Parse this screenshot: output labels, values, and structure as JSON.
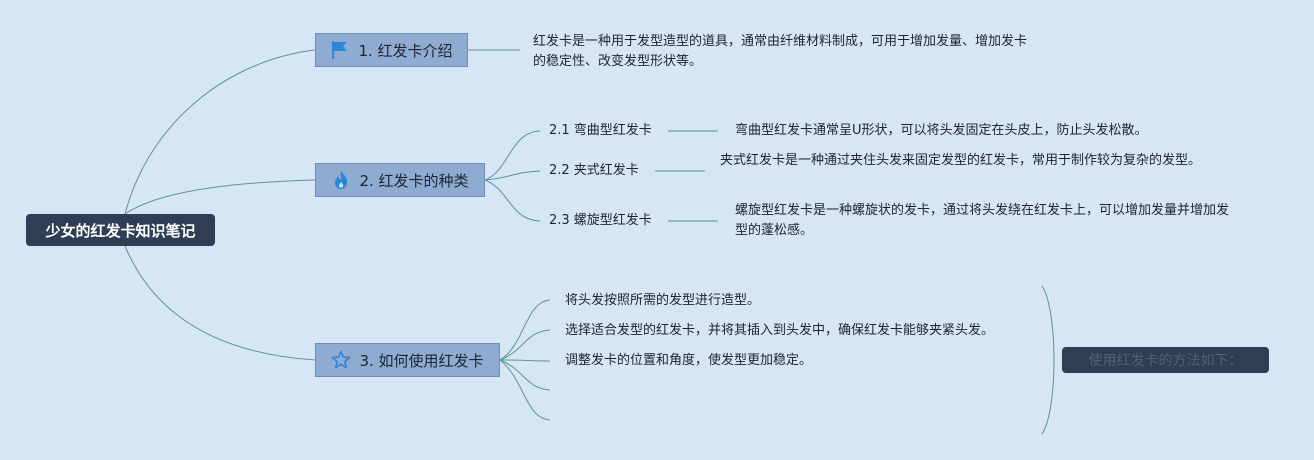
{
  "root": {
    "title": "少女的红发卡知识笔记"
  },
  "branches": [
    {
      "label": "1. 红发卡介绍",
      "icon": "flag-icon",
      "text": "红发卡是一种用于发型造型的道具，通常由纤维材料制成，可用于增加发量、增加发卡的稳定性、改变发型形状等。"
    },
    {
      "label": "2. 红发卡的种类",
      "icon": "flame-icon",
      "children": [
        {
          "label": "2.1 弯曲型红发卡",
          "text": "弯曲型红发卡通常呈U形状，可以将头发固定在头皮上，防止头发松散。"
        },
        {
          "label": "2.2 夹式红发卡",
          "text": "夹式红发卡是一种通过夹住头发来固定发型的红发卡，常用于制作较为复杂的发型。"
        },
        {
          "label": "2.3 螺旋型红发卡",
          "text": "螺旋型红发卡是一种螺旋状的发卡，通过将头发绕在红发卡上，可以增加发量并增加发型的蓬松感。"
        }
      ]
    },
    {
      "label": "3. 如何使用红发卡",
      "icon": "star-icon",
      "steps": [
        "将头发按照所需的发型进行造型。",
        "选择适合发型的红发卡，并将其插入到头发中，确保红发卡能够夹紧头发。",
        "调整发卡的位置和角度，使发型更加稳定。",
        "",
        ""
      ],
      "summary": "使用红发卡的方法如下："
    }
  ],
  "colors": {
    "background": "#d6e6f5",
    "root": "#2f3e55",
    "branch": "#8fabd1",
    "line": "#4f8f96",
    "icon": "#2b86d6"
  }
}
